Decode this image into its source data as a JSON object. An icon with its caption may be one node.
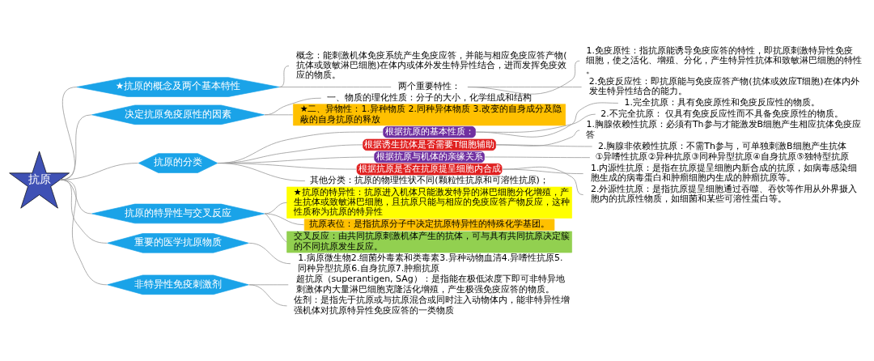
{
  "diagram": {
    "nodes": [
      {
        "text": [
          "抗原"
        ]
      },
      {
        "text": [
          "★抗原的概念及两个基本特性"
        ]
      },
      {
        "text": [
          "概念：能刺激机体免疫系统产生免疫应答，并能与相应免疫应答产物(抗体或致敏淋巴细胞)在体内或体外发生特异性结合，进而发挥免疫效应的物质。"
        ]
      },
      {
        "text": [
          "两个重要特性："
        ]
      },
      {
        "text": [
          "1.免疫原性：指抗原能诱导免疫应答的特性，即抗原刺激特异性免疫细胞，使之活化、增殖、分化，产生特异性抗体和致敏淋巴细胞的特性。"
        ]
      },
      {
        "text": [
          "2.免疫反应性：即抗原能与免疫应答产物(抗体或效应T细胞)在体内外发生特异性结合的能力。"
        ]
      },
      {
        "text": [
          "决定抗原免疫原性的因素"
        ]
      },
      {
        "text": [
          "一、物质的理化性质：分子的大小，化学组成和结构"
        ]
      },
      {
        "text": [
          "★二、异物性：1.异种物质 2.同种异体物质 3.改变的自身成分及隐蔽的自身抗原的释放"
        ]
      },
      {
        "text": [
          "抗原的分类"
        ]
      },
      {
        "text": [
          "根据抗原的基本性质："
        ]
      },
      {
        "text": [
          "1.完全抗原：具有免疫原性和免疫反应性的物质。"
        ]
      },
      {
        "text": [
          "2.不完全抗原： 仅具有免疫反应性而不具备免疫原性的物质。"
        ]
      },
      {
        "text": [
          "根据诱生抗体是否需要T细胞辅助"
        ]
      },
      {
        "text": [
          "1.胸腺依赖性抗原：必须有Th参与才能激发B细胞产生相应抗体免疫应答"
        ]
      },
      {
        "text": [
          "2.胸腺非依赖性抗原：不需Th参与，可单独刺激B细胞产生抗体"
        ]
      },
      {
        "text": [
          "根据抗原与机体的亲缘关系"
        ]
      },
      {
        "text": [
          "①异嗜性抗原②异种抗原③同种异型抗原④自身抗原⑤独特型抗原"
        ]
      },
      {
        "text": [
          "根据抗原是否在抗原提呈细胞内合成"
        ]
      },
      {
        "text": [
          "1.内源性抗原：是指在抗原提呈细胞内新合成的抗原，如病毒感染细胞生成的病毒蛋白和肿瘤细胞内生成的肿瘤抗原等。"
        ]
      },
      {
        "text": [
          "2.外源性抗原：是指抗原提呈细胞通过吞噬、吞饮等作用从外界摄入胞内的抗原性物质，如细菌和某些可溶性蛋白等。"
        ]
      },
      {
        "text": [
          "其他分类：抗原的物理性状不同(颗粒性抗原和可溶性抗原)；"
        ]
      },
      {
        "text": [
          "抗原的特异性与交叉反应"
        ]
      },
      {
        "text": [
          "★抗原的特异性：抗原进入机体只能激发特异的淋巴细胞分化增殖，产生抗体或致敏淋巴细胞，且抗原只能与相应的免疫应答产物反应，这种性质称为抗原的特异性"
        ]
      },
      {
        "text": [
          "抗原表位：是指抗原分子中决定抗原特异性的特殊化学基团。"
        ]
      },
      {
        "text": [
          "交叉反应：由共同抗原刺激机体产生的抗体，可与具有共同抗原决定簇的不同抗原发生反应。"
        ]
      },
      {
        "text": [
          "重要的医学抗原物质"
        ]
      },
      {
        "text": [
          "1.病原微生物2.细菌外毒素和类毒素3.异种动物血清4.异嗜性抗原5.同种异型抗原6.自身抗原7.肿瘤抗原"
        ]
      },
      {
        "text": [
          "非特异性免疫刺激剂"
        ]
      },
      {
        "text": [
          "超抗原（superantigen, SAg）：是指能在极低浓度下即可非特异地刺激体内大量淋巴细胞克隆活化增殖，产生极强免疫应答的物质。"
        ]
      },
      {
        "text": [
          "佐剂：是指先于抗原或与抗原混合或同时注入动物体内，能非特异性增强机体对抗原特异性免疫应答的一类物质"
        ]
      }
    ],
    "edges": [
      {
        "from": 0,
        "to": 1,
        "arrow": "none"
      },
      {
        "from": 1,
        "to": 2,
        "arrow": "none"
      },
      {
        "from": 1,
        "to": 3,
        "arrow": "none"
      },
      {
        "from": 3,
        "to": 4,
        "arrow": "none"
      },
      {
        "from": 3,
        "to": 5,
        "arrow": "none"
      },
      {
        "from": 0,
        "to": 6,
        "arrow": "none"
      },
      {
        "from": 6,
        "to": 7,
        "arrow": "none"
      },
      {
        "from": 6,
        "to": 8,
        "arrow": "none"
      },
      {
        "from": 0,
        "to": 9,
        "arrow": "none"
      },
      {
        "from": 9,
        "to": 10,
        "arrow": "none"
      },
      {
        "from": 10,
        "to": 11,
        "arrow": "none"
      },
      {
        "from": 10,
        "to": 12,
        "arrow": "none"
      },
      {
        "from": 9,
        "to": 13,
        "arrow": "none"
      },
      {
        "from": 13,
        "to": 14,
        "arrow": "none"
      },
      {
        "from": 13,
        "to": 15,
        "arrow": "none"
      },
      {
        "from": 9,
        "to": 16,
        "arrow": "none"
      },
      {
        "from": 16,
        "to": 17,
        "arrow": "none"
      },
      {
        "from": 9,
        "to": 18,
        "arrow": "none"
      },
      {
        "from": 18,
        "to": 19,
        "arrow": "none"
      },
      {
        "from": 18,
        "to": 20,
        "arrow": "none"
      },
      {
        "from": 9,
        "to": 21,
        "arrow": "none"
      },
      {
        "from": 0,
        "to": 22,
        "arrow": "none"
      },
      {
        "from": 22,
        "to": 23,
        "arrow": "none"
      },
      {
        "from": 22,
        "to": 24,
        "arrow": "none"
      },
      {
        "from": 22,
        "to": 25,
        "arrow": "none"
      },
      {
        "from": 0,
        "to": 26,
        "arrow": "none"
      },
      {
        "from": 26,
        "to": 27,
        "arrow": "none"
      },
      {
        "from": 0,
        "to": 28,
        "arrow": "none"
      },
      {
        "from": 28,
        "to": 29,
        "arrow": "none"
      },
      {
        "from": 28,
        "to": 30,
        "arrow": "none"
      }
    ]
  }
}
